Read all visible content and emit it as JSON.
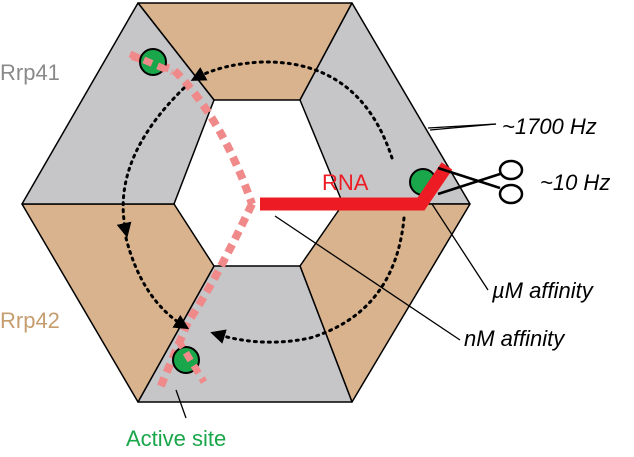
{
  "labels": {
    "rrp41": "Rrp41",
    "rrp42": "Rrp42",
    "rna": "RNA",
    "freq_high": "~1700 Hz",
    "freq_low": "~10 Hz",
    "um_affinity": "µM affinity",
    "nm_affinity": "nM affinity",
    "active_site": "Active site"
  },
  "icons": {
    "cleavage": "scissors-icon"
  },
  "colors": {
    "rrp41": "#c6c6c9",
    "rrp42": "#d8b38d",
    "rrp41_label": "#8a8a8a",
    "rrp42_label": "#c59d6e",
    "rna": "#ed1c24",
    "rna_faded": "#f08a8a",
    "active_site": "#1aa64a",
    "active_site_label": "#1aa64a",
    "text": "#000000"
  }
}
